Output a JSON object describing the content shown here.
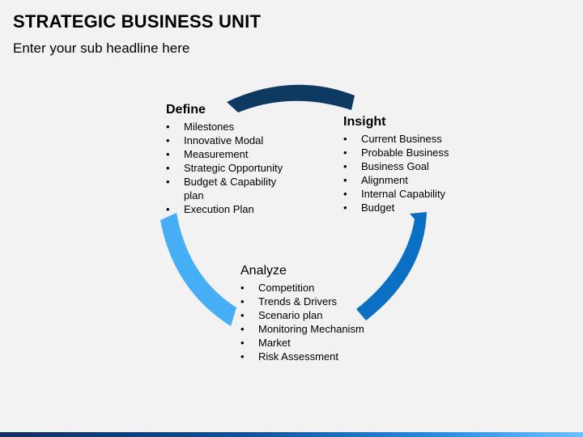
{
  "header": {
    "title": "STRATEGIC BUSINESS UNIT",
    "subtitle": "Enter your sub headline here"
  },
  "colors": {
    "arrow_define_to_insight": "#0e3a62",
    "arrow_insight_to_analyze": "#0b6fc4",
    "arrow_analyze_to_define": "#45aef5",
    "background": "#f2f2f2"
  },
  "stages": {
    "define": {
      "title": "Define",
      "items": [
        "Milestones",
        "Innovative Modal",
        "Measurement",
        "Strategic Opportunity",
        "Budget & Capability plan",
        "Execution Plan"
      ]
    },
    "insight": {
      "title": "Insight",
      "items": [
        "Current Business",
        "Probable Business",
        "Business Goal",
        "Alignment",
        "Internal Capability",
        "Budget"
      ]
    },
    "analyze": {
      "title": "Analyze",
      "items": [
        "Competition",
        "Trends & Drivers",
        "Scenario plan",
        "Monitoring Mechanism",
        "Market",
        "Risk Assessment"
      ]
    }
  }
}
